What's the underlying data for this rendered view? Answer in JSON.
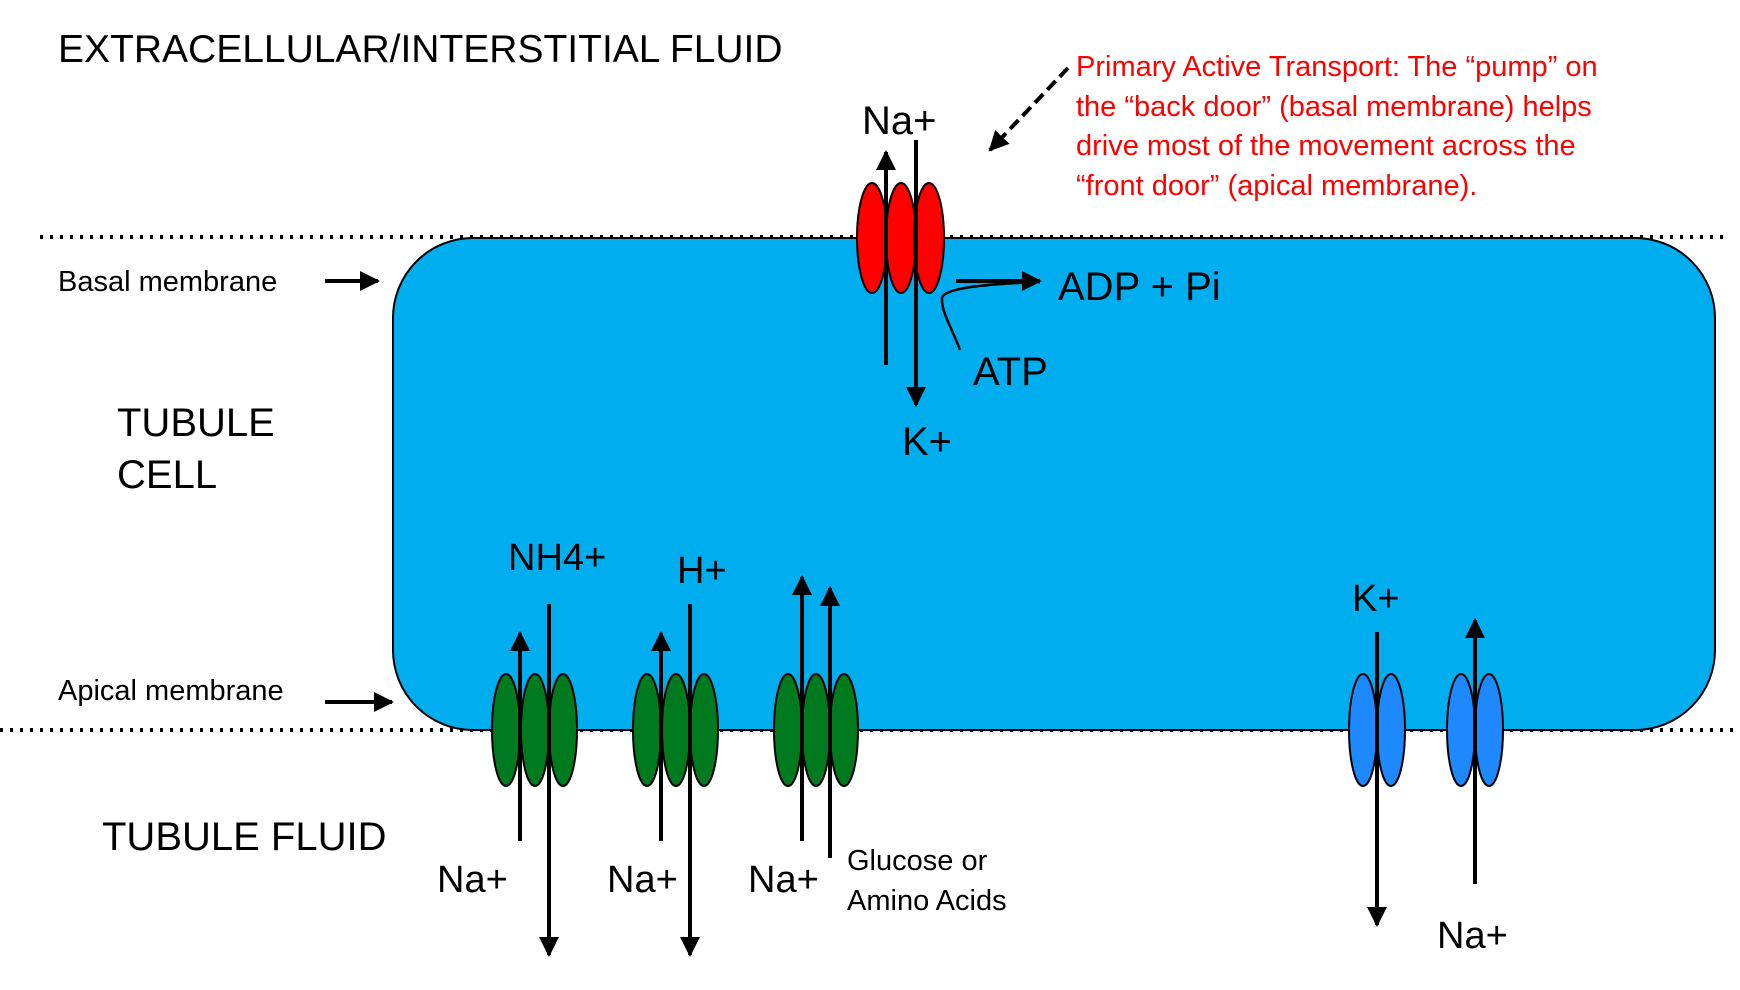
{
  "labels": {
    "extracellular": "EXTRACELLULAR/INTERSTITIAL FLUID",
    "basal_membrane": "Basal membrane",
    "apical_membrane": "Apical membrane",
    "tubule_cell_line1": "TUBULE",
    "tubule_cell_line2": "CELL",
    "tubule_fluid": "TUBULE FLUID"
  },
  "annotation": {
    "lines": [
      "Primary Active Transport: The “pump” on",
      "the “back door” (basal membrane) helps",
      "drive most of the movement across the",
      "“front door” (apical membrane)."
    ]
  },
  "pump": {
    "top_ion": "Na+",
    "bottom_ion": "K+",
    "product": "ADP + Pi",
    "reactant": "ATP"
  },
  "transporters": {
    "nh4": {
      "top_ion": "NH4+",
      "bottom_ion": "Na+"
    },
    "h": {
      "top_ion": "H+",
      "bottom_ion": "Na+"
    },
    "glucose": {
      "bottom_ion": "Na+",
      "cotransported_line1": "Glucose or",
      "cotransported_line2": "Amino Acids"
    },
    "k_channel": {
      "top_ion": "K+"
    },
    "na_channel": {
      "bottom_ion": "Na+"
    }
  },
  "colors": {
    "cell_fill": "#00AEEF",
    "pump_red": "#FF0000",
    "transporter_green": "#007A1E",
    "channel_blue": "#1E88FF",
    "annotation_red": "#FF0000"
  }
}
